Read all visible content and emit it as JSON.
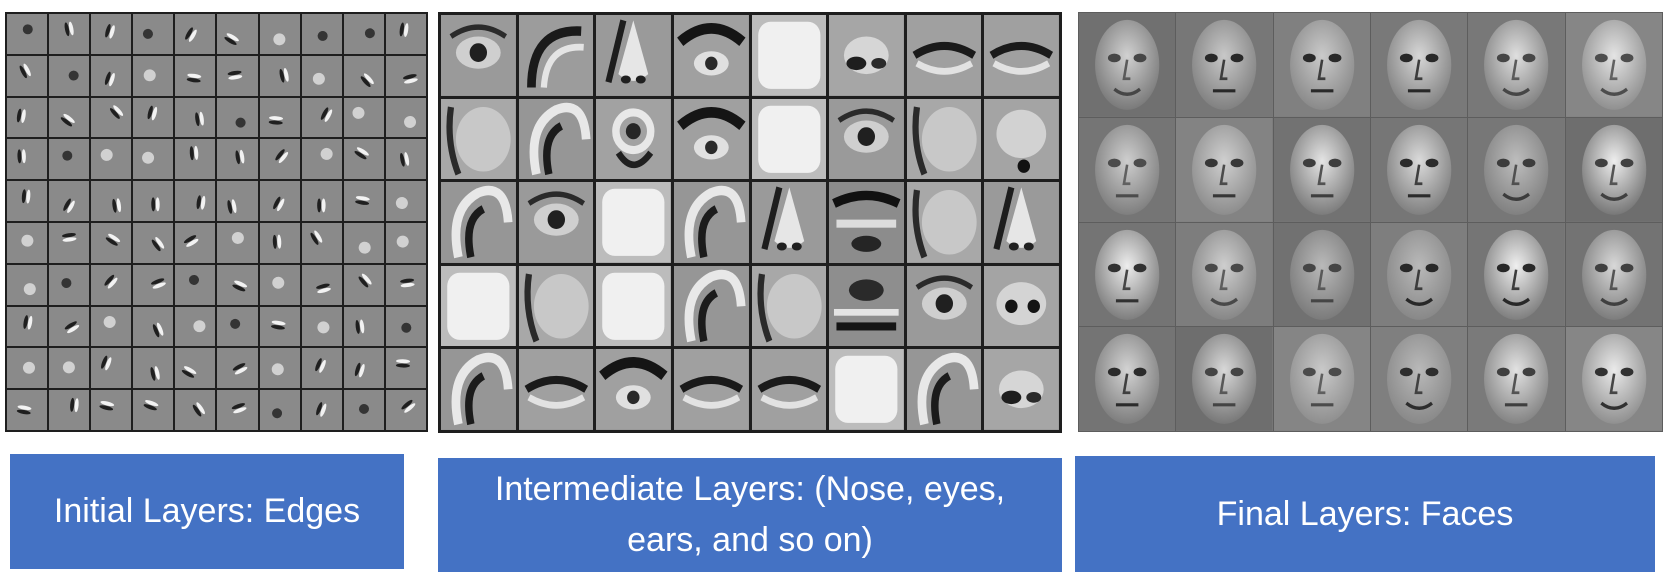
{
  "panels": {
    "edges": {
      "rows": 10,
      "cols": 10,
      "icon": "gabor-edge-filter-grid"
    },
    "parts": {
      "rows": 5,
      "cols": 8,
      "icon": "facial-part-feature-grid",
      "cells": [
        "eye",
        "curve",
        "nose",
        "eye-brow",
        "bright",
        "nostril-smudge",
        "lips",
        "lips",
        "cheek",
        "ear-curve",
        "ear-ring",
        "eye-brow",
        "bright",
        "eye",
        "cheek",
        "chin-dot",
        "ear-curve",
        "eye",
        "bright",
        "ear-curve",
        "nose",
        "eye-brow-stack",
        "cheek",
        "nose",
        "bright",
        "cheek",
        "bright",
        "ear-curve",
        "cheek",
        "lips-stack",
        "eye",
        "nostril-pair",
        "ear-curve",
        "lips",
        "eye-brow",
        "lips",
        "lips",
        "bright",
        "ear-curve",
        "nostril-smudge"
      ]
    },
    "faces": {
      "rows": 4,
      "cols": 6,
      "icon": "face-feature-grid"
    }
  },
  "captions": {
    "edges": "Initial Layers: Edges",
    "parts": "Intermediate Layers: (Nose, eyes, ears, and so on)",
    "faces": "Final Layers: Faces"
  },
  "colors": {
    "caption_background": "#4472c4",
    "caption_text": "#ffffff",
    "grid_border": "#1e1e1e"
  }
}
